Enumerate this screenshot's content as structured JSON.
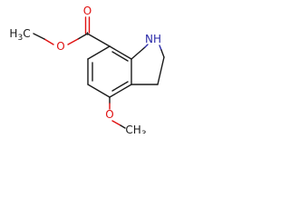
{
  "atoms": {
    "carbonyl_oxygen": "O",
    "ester_oxygen": "O",
    "ester_methyl": "H",
    "ester_methyl_c": "C",
    "ester_methyl_count": "3",
    "nh_label": "NH",
    "methoxy_oxygen": "O",
    "methoxy_methyl": "CH",
    "methoxy_methyl_count": "3"
  },
  "colors": {
    "oxygen": "#e01010",
    "nitrogen": "#2a2aa8",
    "carbon": "#1a1a1a"
  }
}
